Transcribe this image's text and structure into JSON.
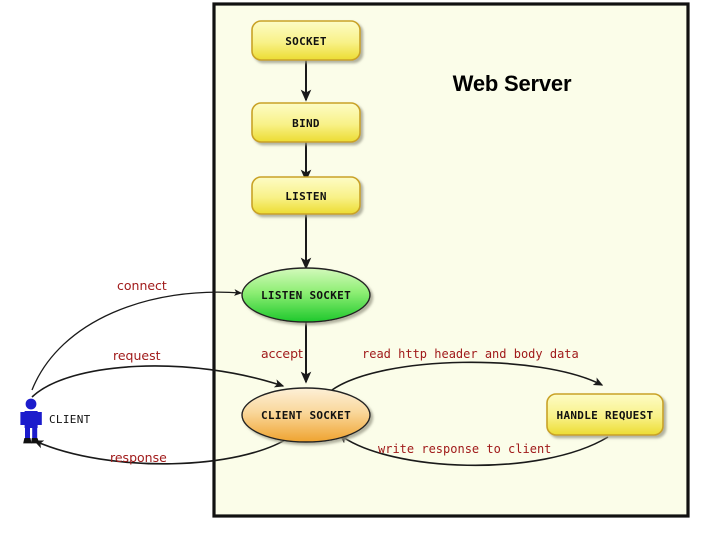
{
  "frame": {
    "title": "Web Server",
    "background": "#fbfde9",
    "border": "#111111"
  },
  "nodes": {
    "socket": {
      "label": "SOCKET",
      "shape": "rounded-rect",
      "fill_top": "#fcfbbf",
      "fill_bottom": "#eedf3a"
    },
    "bind": {
      "label": "BIND",
      "shape": "rounded-rect",
      "fill_top": "#fcfbbf",
      "fill_bottom": "#eedf3a"
    },
    "listen": {
      "label": "LISTEN",
      "shape": "rounded-rect",
      "fill_top": "#fcfbbf",
      "fill_bottom": "#eedf3a"
    },
    "listen_socket": {
      "label": "LISTEN SOCKET",
      "shape": "ellipse",
      "fill_top": "#ccf7b0",
      "fill_bottom": "#2fcc3b"
    },
    "client_socket": {
      "label": "CLIENT SOCKET",
      "shape": "ellipse",
      "fill_top": "#fdeccd",
      "fill_bottom": "#f0a83a"
    },
    "handle_request": {
      "label": "HANDLE REQUEST",
      "shape": "rounded-rect",
      "fill_top": "#fcfbbf",
      "fill_bottom": "#eedf3a"
    }
  },
  "actor": {
    "label": "CLIENT",
    "icon": "person-icon",
    "color": "#1c1ccc"
  },
  "edges": [
    {
      "name": "connect",
      "label": "connect",
      "from": "client",
      "to": "listen_socket",
      "style": "sans"
    },
    {
      "name": "request",
      "label": "request",
      "from": "client",
      "to": "client_socket",
      "style": "sans"
    },
    {
      "name": "accept",
      "label": "accept",
      "from": "listen_socket",
      "to": "client_socket",
      "style": "sans"
    },
    {
      "name": "read-http",
      "label": "read http header and body data",
      "from": "client_socket",
      "to": "handle_request",
      "style": "mono"
    },
    {
      "name": "write-response",
      "label": "write response to client",
      "from": "handle_request",
      "to": "client_socket",
      "style": "mono"
    },
    {
      "name": "response",
      "label": "response",
      "from": "client_socket",
      "to": "client",
      "style": "sans"
    }
  ],
  "colors": {
    "label_red": "#a01a1a",
    "line": "#1a1a1a",
    "actor_blue": "#1c1ccc"
  }
}
